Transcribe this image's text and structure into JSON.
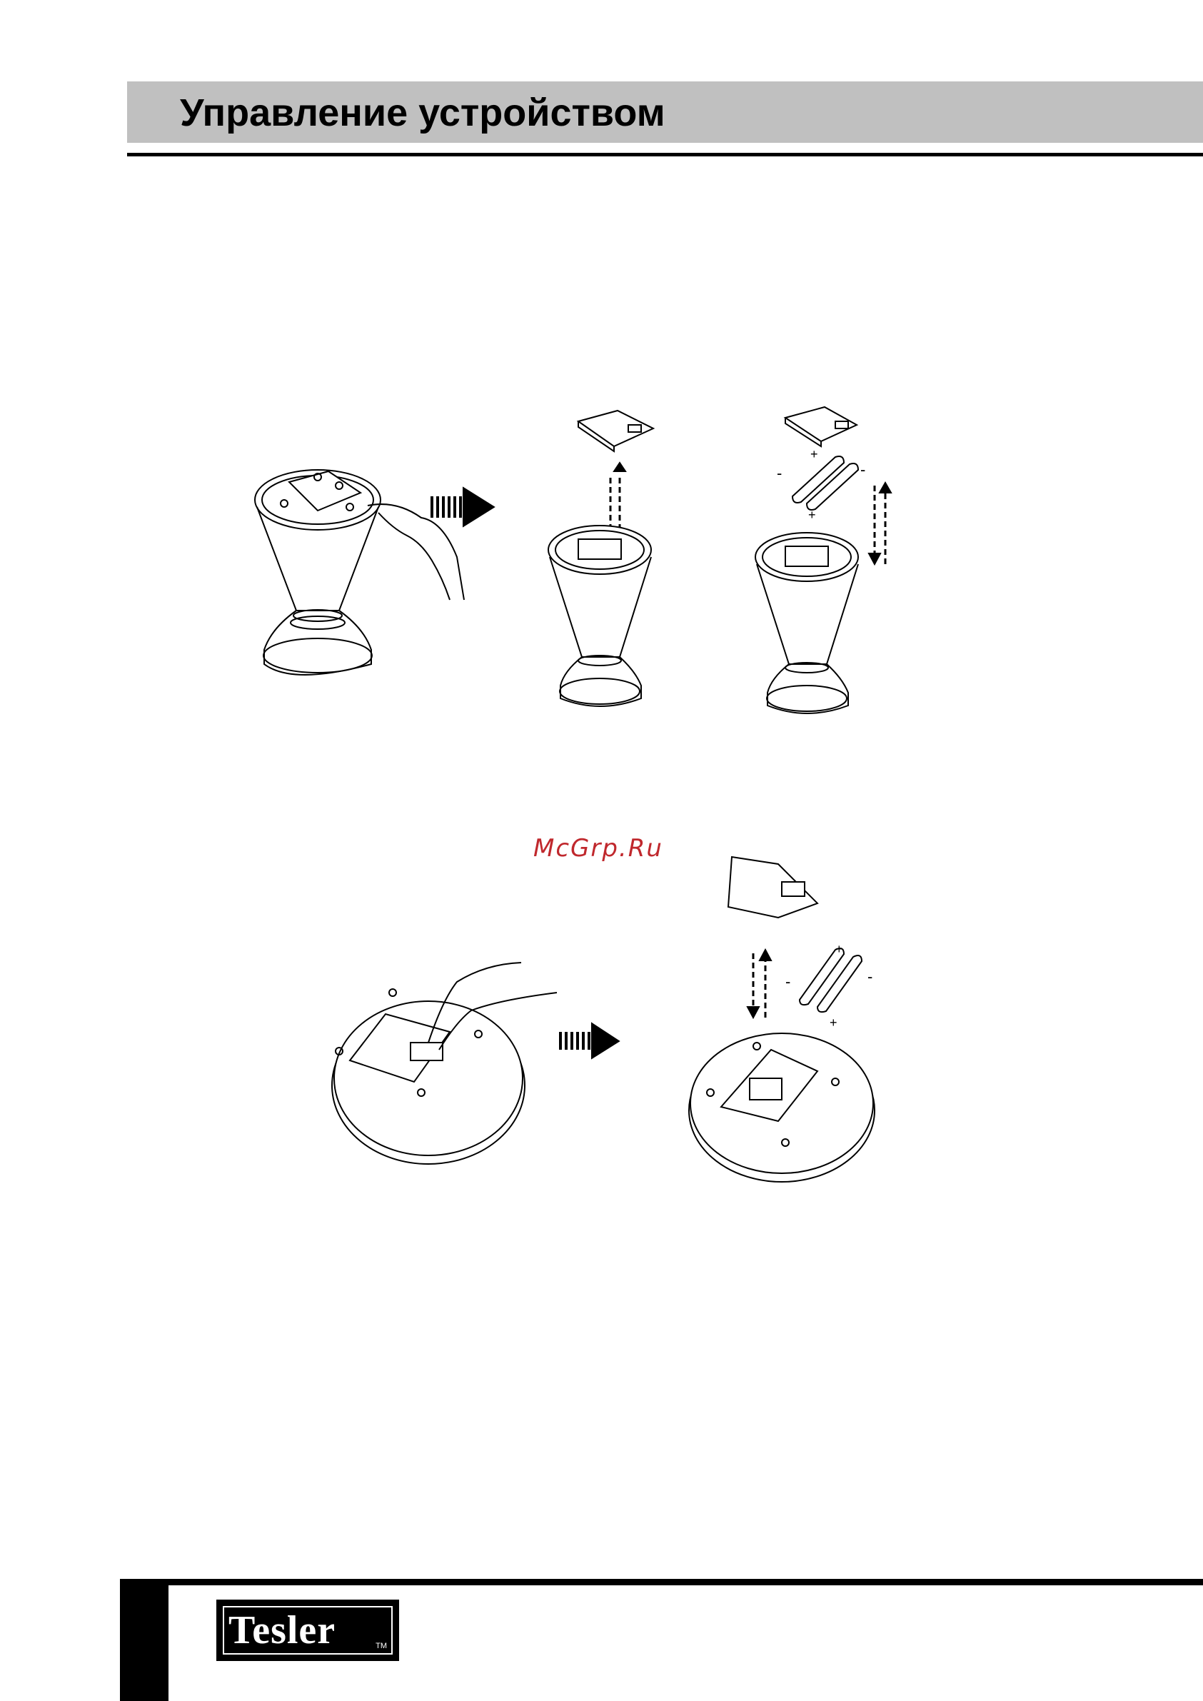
{
  "header": {
    "title": "Управление устройством"
  },
  "figure_top": {
    "plus_labels": [
      "+",
      "+"
    ],
    "minus_labels": [
      "-",
      "-"
    ]
  },
  "figure_bottom": {
    "plus_labels": [
      "+",
      "+"
    ],
    "minus_labels": [
      "-",
      "-"
    ]
  },
  "watermark": "McGrp.Ru",
  "footer": {
    "logo_text": "Tesler",
    "logo_tm": "TM"
  },
  "colors": {
    "header_band": "#c0c0c0",
    "watermark": "#c0282d",
    "ink": "#000000"
  }
}
